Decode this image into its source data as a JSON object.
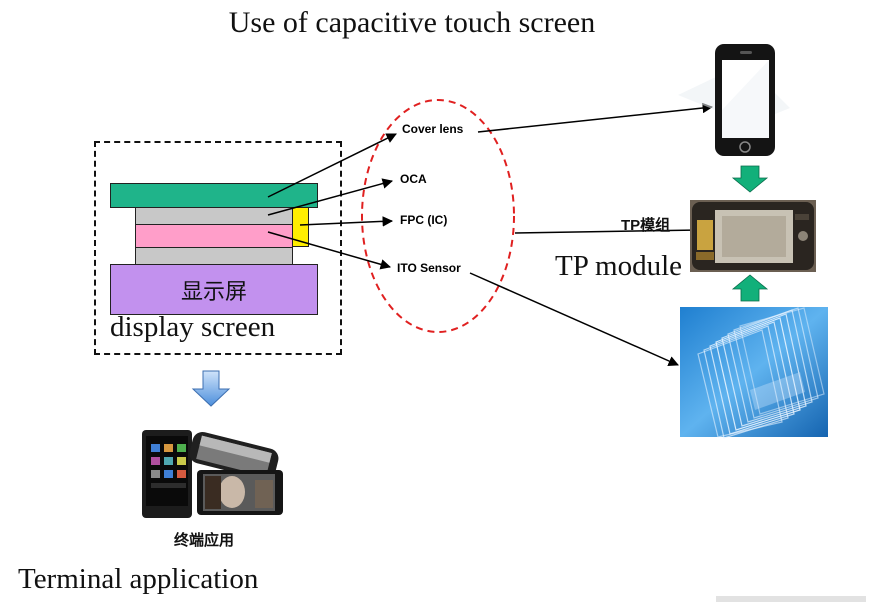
{
  "title": "Use of capacitive touch screen",
  "stack": {
    "display_cn": "显示屏",
    "display_en": "display screen"
  },
  "layers": {
    "cover_lens": "Cover lens",
    "oca": "OCA",
    "fpc": "FPC (IC)",
    "ito": "ITO Sensor"
  },
  "tp": {
    "label_cn": "TP模组",
    "label_en": "TP module"
  },
  "terminal": {
    "label_cn": "终端应用",
    "label_en": "Terminal application"
  },
  "colors": {
    "cover": "#1fb48a",
    "gray": "#c8c8c8",
    "pink": "#ff9ec9",
    "fpc": "#ffee00",
    "display": "#c291ee",
    "ellipse": "#e02020",
    "green_arrow": "#12b07a",
    "blue_arrow": "#6aa8e8"
  }
}
